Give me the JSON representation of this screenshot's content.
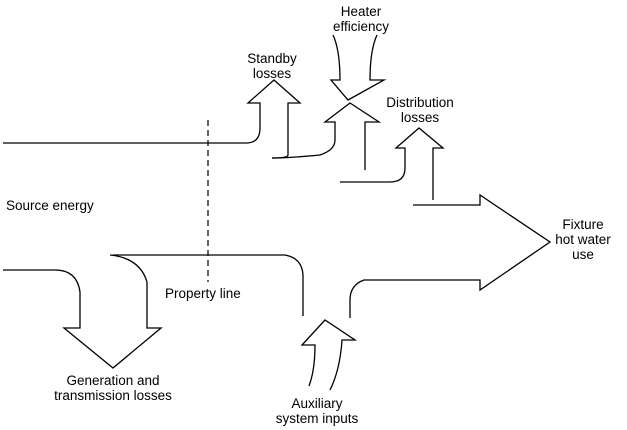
{
  "labels": {
    "heater_efficiency": [
      "Heater",
      "efficiency"
    ],
    "standby_losses": [
      "Standby",
      "losses"
    ],
    "distribution_losses": [
      "Distribution",
      "losses"
    ],
    "source_energy": "Source energy",
    "fixture_hot_water_use": [
      "Fixture",
      "hot water",
      "use"
    ],
    "property_line": "Property line",
    "generation_transmission_losses": [
      "Generation and",
      "transmission losses"
    ],
    "auxiliary_system_inputs": [
      "Auxiliary",
      "system inputs"
    ]
  }
}
